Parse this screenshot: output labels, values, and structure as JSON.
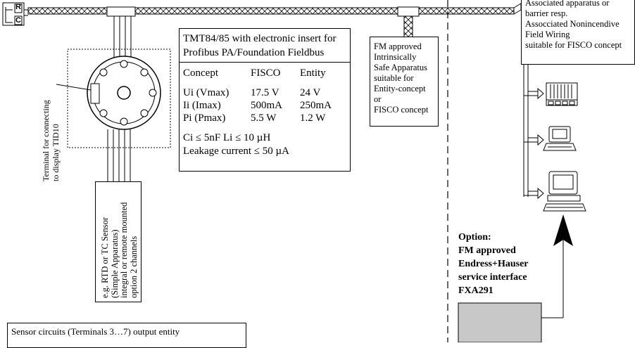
{
  "diagram": {
    "rc_label_r": "R",
    "rc_label_c": "C",
    "transmitter_spec": {
      "title_lines": [
        "TMT84/85 with electronic insert for",
        "Profibus PA/Foundation Fieldbus"
      ],
      "header": [
        "Concept",
        "FISCO",
        "Entity"
      ],
      "rows": [
        [
          "Ui (Vmax)",
          "17.5 V",
          "24 V"
        ],
        [
          "Ii (Imax)",
          "500mA",
          "250mA"
        ],
        [
          "Pi (Pmax)",
          "5.5 W",
          "1.2 W"
        ]
      ],
      "footer_lines": [
        "Ci ≤ 5nF  Li ≤ 10 µH",
        "Leakage current ≤ 50 µA"
      ]
    },
    "fm_apparatus": {
      "lines": [
        "FM approved",
        "Intrinsically",
        "Safe Apparatus",
        "suitable for",
        "Entity-concept",
        "or",
        "FISCO concept"
      ]
    },
    "associated_apparatus": {
      "lines": [
        "Associated apparatus or",
        "barrier resp.",
        "Assocciated Nonincendive",
        "Field Wiring",
        "suitable for FISCO concept"
      ]
    },
    "terminal_label_lines": [
      "Terminal for connecting",
      "to display TID10"
    ],
    "sensor_label_lines": [
      "e.g. RTD or TC Sensor",
      "(Simple Apparatus)",
      "integral or remote mounted",
      "option 2 channels"
    ],
    "option": {
      "lines": [
        "Option:",
        "FM approved",
        "Endress+Hauser",
        "service interface",
        "FXA291"
      ]
    },
    "sensor_circuits_note": "Sensor circuits (Terminals 3…7) output entity",
    "colors": {
      "line": "#000000",
      "service_box": "#c8c8c8",
      "background": "#ffffff"
    }
  }
}
